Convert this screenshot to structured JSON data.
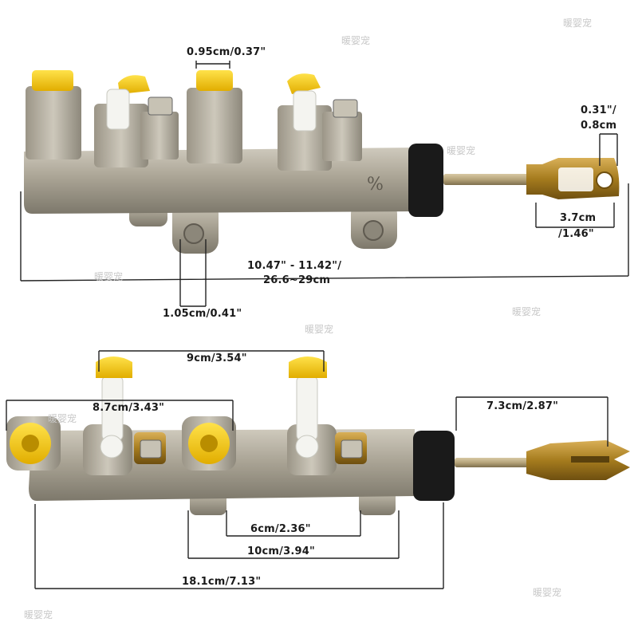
{
  "top_view": {
    "dim_port_width": "0.95cm/0.37\"",
    "dim_clevis_gap_line1": "0.31\"/",
    "dim_clevis_gap_line2": "0.8cm",
    "dim_clevis_length_line1": "3.7cm",
    "dim_clevis_length_line2": "/1.46\"",
    "dim_total_line1": "10.47\" - 11.42\"/",
    "dim_total_line2": "26.6~29cm",
    "dim_bottom_port": "1.05cm/0.41\""
  },
  "bottom_view": {
    "dim_reservoir_spacing": "9cm/3.54\"",
    "dim_port_spacing": "8.7cm/3.43\"",
    "dim_rod_length": "7.3cm/2.87\"",
    "dim_mount_spacing": "6cm/2.36\"",
    "dim_mount_outer": "10cm/3.94\"",
    "dim_body_length": "18.1cm/7.13\""
  },
  "watermark": "暖婴宠",
  "colors": {
    "body": "#a8a294",
    "cap_yellow": "#f2c400",
    "brass": "#a67c1e",
    "seal": "#1a1a1a",
    "dim_line": "#222222"
  }
}
